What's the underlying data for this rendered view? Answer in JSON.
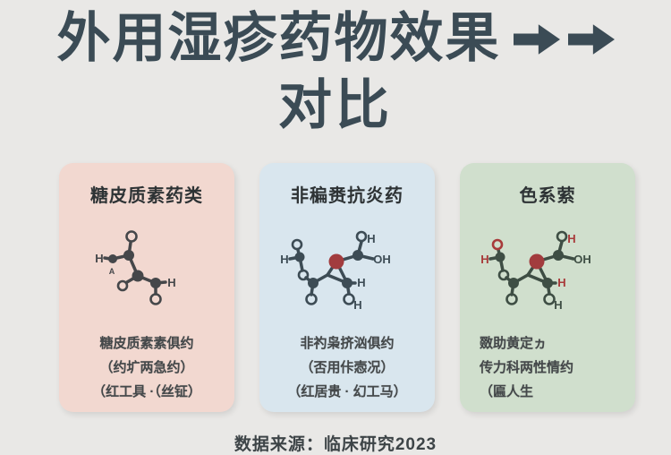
{
  "colors": {
    "page_bg": "#e9e8e6",
    "title": "#3b4b55",
    "card1_bg": "#f2d8d0",
    "card2_bg": "#d9e6ee",
    "card3_bg": "#d0dfcd",
    "card_text": "#44484a",
    "footer_text": "#3d4447",
    "mol1": "#45474a",
    "mol2": "#3d4c55",
    "mol3": "#3e4e44",
    "red_ball": "#a23c3e",
    "red_label": "#a83a3a"
  },
  "title": {
    "line1": "外用湿疹药物效果",
    "line2": "对比"
  },
  "cards": [
    {
      "title": "糖皮质素药类",
      "lines": [
        "糖皮质素素俱约",
        "（约圹两急约）",
        "（红工具 ·（丝钲）"
      ]
    },
    {
      "title": "非稨赉抗炎药",
      "lines": [
        "非礿枭挤汹俱约",
        "（否用佧悫况）",
        "（红居贵 · 幻工马）"
      ]
    },
    {
      "title": "色系萦",
      "lines": [
        "敪助黄定ヵ",
        "传力科两性情约",
        "（匾人生"
      ]
    }
  ],
  "molecules": {
    "m1": {
      "h_left": "H",
      "a_small": "A",
      "h_right": "H"
    },
    "m2": {
      "h_left": "H",
      "h_top": "H",
      "oh_right": "OH",
      "h_mid": "H",
      "h_bottom": "H"
    },
    "m3": {
      "h_left": "H",
      "h_top": "H",
      "oh_right": "OH",
      "h_mid": "H",
      "h_bottom": "H"
    }
  },
  "footer": {
    "text": "数据来源：临床研究2023"
  }
}
